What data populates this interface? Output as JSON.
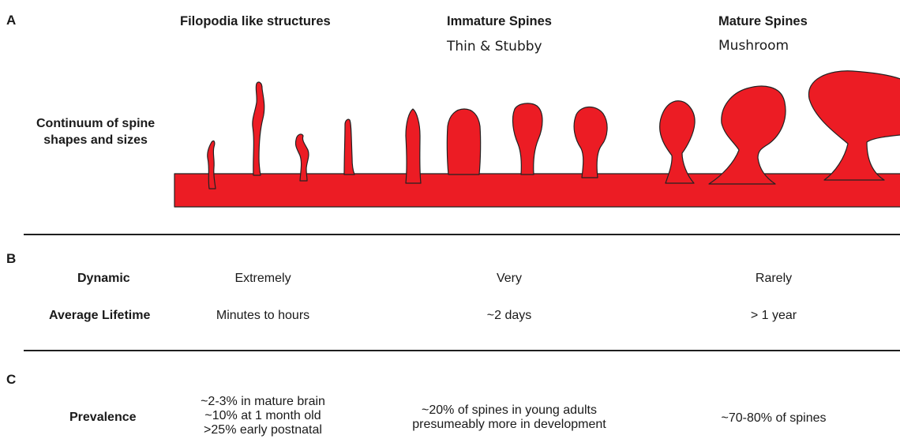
{
  "panels": {
    "a": "A",
    "b": "B",
    "c": "C"
  },
  "panel_a": {
    "headers": [
      {
        "title": "Filopodia like structures",
        "subtitle": ""
      },
      {
        "title": "Immature Spines",
        "subtitle": "Thin & Stubby"
      },
      {
        "title": "Mature Spines",
        "subtitle": "Mushroom"
      }
    ],
    "continuum_label": [
      "Continuum of spine",
      "shapes and sizes"
    ],
    "spine_color": "#ec1c24"
  },
  "panel_b": {
    "rows": [
      {
        "label": "Dynamic",
        "values": [
          "Extremely",
          "Very",
          "Rarely"
        ]
      },
      {
        "label": "Average Lifetime",
        "values": [
          "Minutes to hours",
          "~2 days",
          "> 1 year"
        ]
      }
    ]
  },
  "panel_c": {
    "label": "Prevalence",
    "values": [
      [
        "~2-3% in mature brain",
        "~10% at 1 month old",
        ">25% early postnatal"
      ],
      [
        "~20% of spines in young adults",
        "presumeably more in development"
      ],
      [
        "~70-80% of spines"
      ]
    ]
  }
}
